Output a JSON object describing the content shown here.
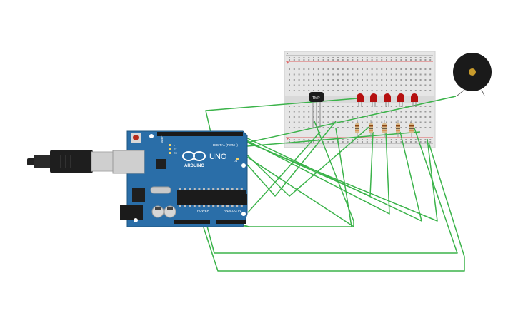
{
  "arduino": {
    "logo_text": "ARDUINO",
    "model": "UNO",
    "digital_label": "DIGITAL (PWM~)",
    "power_label": "POWER",
    "analog_label": "ANALOG IN",
    "aref_label": "AREF",
    "tx_label": "TX",
    "rx_label": "RX",
    "on_label": "ON",
    "l_label": "L"
  },
  "sensor": {
    "label": "TMP"
  },
  "breadboard": {
    "rail_plus": "+",
    "rail_minus": "-"
  },
  "colors": {
    "wire": "#3bb34a",
    "board": "#2a6ea8",
    "breadboard": "#e9e9e9",
    "led": "#b51010",
    "buzzer": "#1a1a1a",
    "buzzer_center": "#c89b2c"
  },
  "components": {
    "led_count": 5,
    "resistor_count": 5
  }
}
